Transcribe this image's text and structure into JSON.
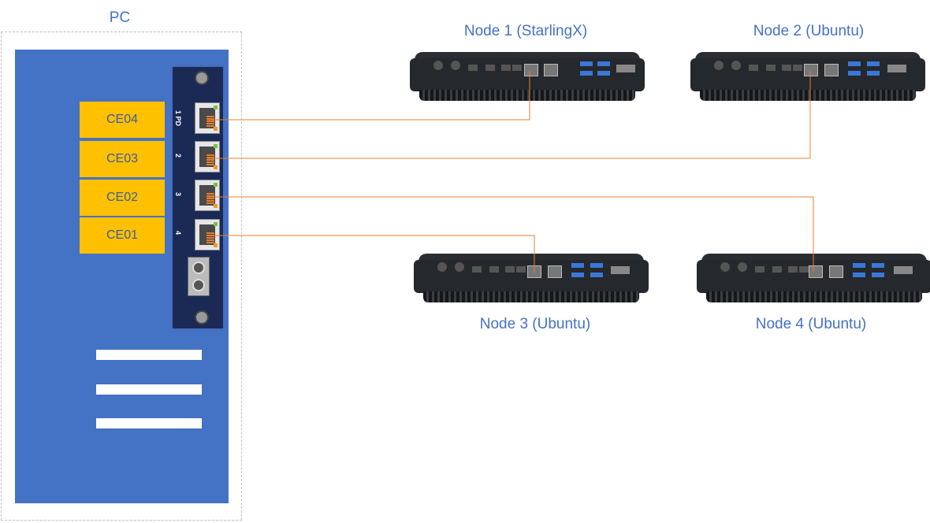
{
  "pc": {
    "label": "PC",
    "ports": [
      "CE04",
      "CE03",
      "CE02",
      "CE01"
    ],
    "port_numbers": [
      "1 PD",
      "2",
      "3",
      "4"
    ]
  },
  "nodes": [
    {
      "label": "Node 1 (StarlingX)"
    },
    {
      "label": "Node 2 (Ubuntu)"
    },
    {
      "label": "Node 3 (Ubuntu)"
    },
    {
      "label": "Node 4 (Ubuntu)"
    }
  ],
  "colors": {
    "label": "#4472C4",
    "pc_body": "#4472C4",
    "port_box": "#FFC000",
    "wire": "#ED7D31"
  }
}
